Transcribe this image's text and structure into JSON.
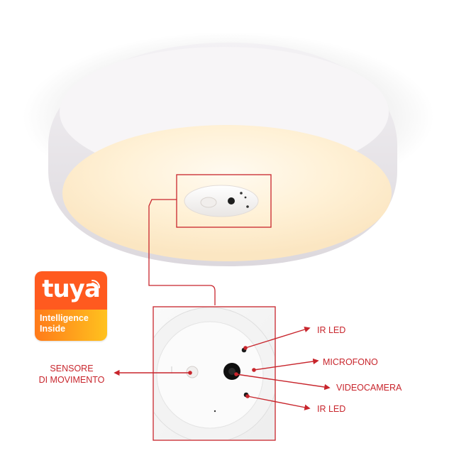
{
  "badge": {
    "brand": "tuya",
    "line1": "Intelligence",
    "line2": "Inside"
  },
  "labels": {
    "ir_led_top": "IR LED",
    "microfono": "MICROFONO",
    "videocamera": "VIDEOCAMERA",
    "ir_led_bottom": "IR LED",
    "sensore_line1": "SENSORE",
    "sensore_line2": "DI MOVIMENTO"
  },
  "colors": {
    "annotation": "#c8252c",
    "tuya_orange": "#ff5a1f",
    "tuya_gradient_start": "#ff7a1a",
    "tuya_gradient_end": "#ffc21f",
    "lamp_glow": "#fff3dc"
  }
}
